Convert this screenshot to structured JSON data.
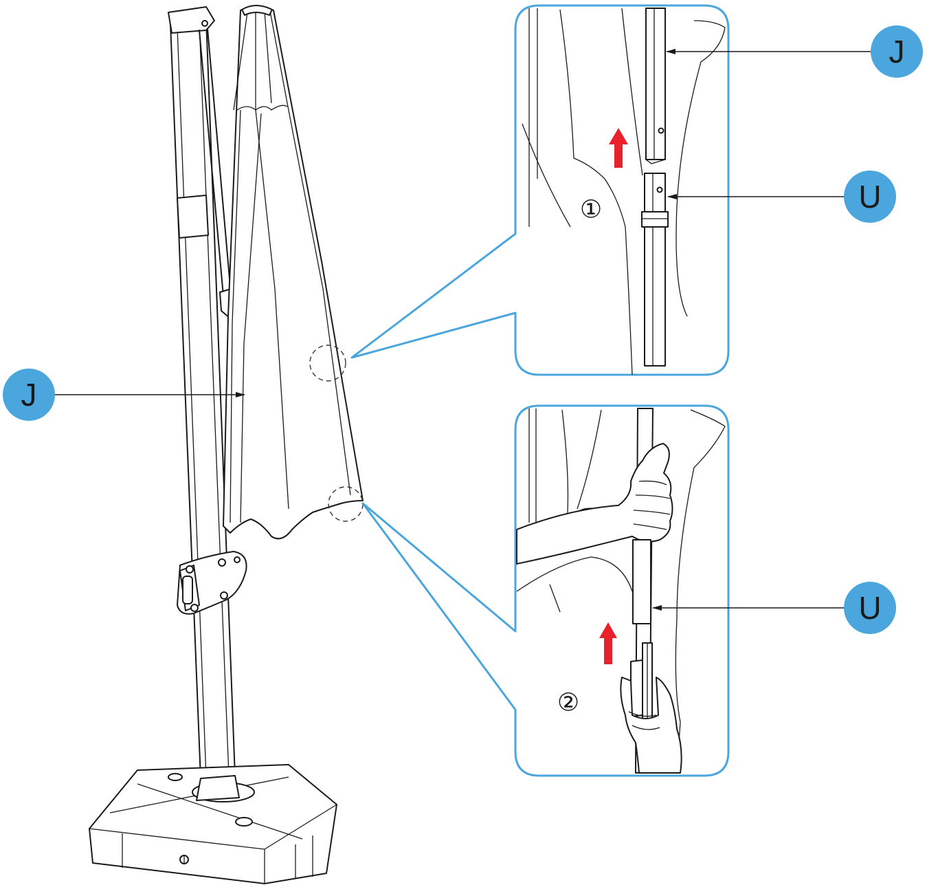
{
  "colors": {
    "badge": "#4aa6dc",
    "callout": "#4aa6dc",
    "arrow": "#e8212a",
    "line": "#1a1a1a"
  },
  "labels": {
    "main_pole": "J",
    "detail1_pole": "J",
    "detail1_rib": "U",
    "detail2_rib": "U"
  },
  "steps": {
    "step1": "①",
    "step2": "②"
  },
  "icons": {
    "up_arrow": "red-up-arrow-icon"
  }
}
